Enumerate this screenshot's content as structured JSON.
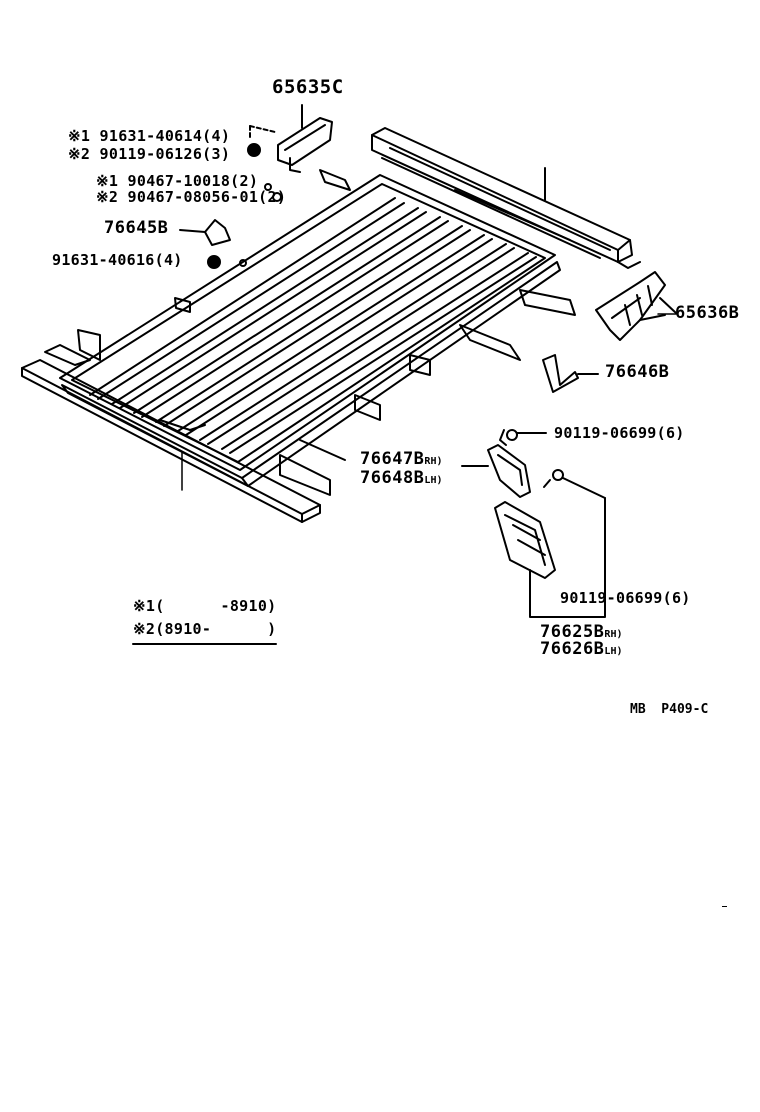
{
  "parts": {
    "p65635c": "65635C",
    "p91631_40614": "※1 91631-40614(4)",
    "p90119_06126": "※2 90119-06126(3)",
    "p90467_10018": "※1 90467-10018(2)",
    "p90467_08056": "※2 90467-08056-01(2)",
    "p76645b": "76645B",
    "p91631_40616": "91631-40616(4)",
    "p65636b": "65636B",
    "p76646b": "76646B",
    "p90119_06699_a": "90119-06699(6)",
    "p76647b": "76647B",
    "p76647b_sfx": "RH)",
    "p76648b": "76648B",
    "p76648b_sfx": "LH)",
    "p90119_06699_b": "90119-06699(6)",
    "p76625b": "76625B",
    "p76625b_sfx": "RH)",
    "p76626b": "76626B",
    "p76626b_sfx": "LH)"
  },
  "notes": {
    "note1": "※1(      -8910)",
    "note2": "※2(8910-      )"
  },
  "code": "MB  P409-C",
  "icons": {
    "bolt_marker": "circled-b-icon"
  }
}
